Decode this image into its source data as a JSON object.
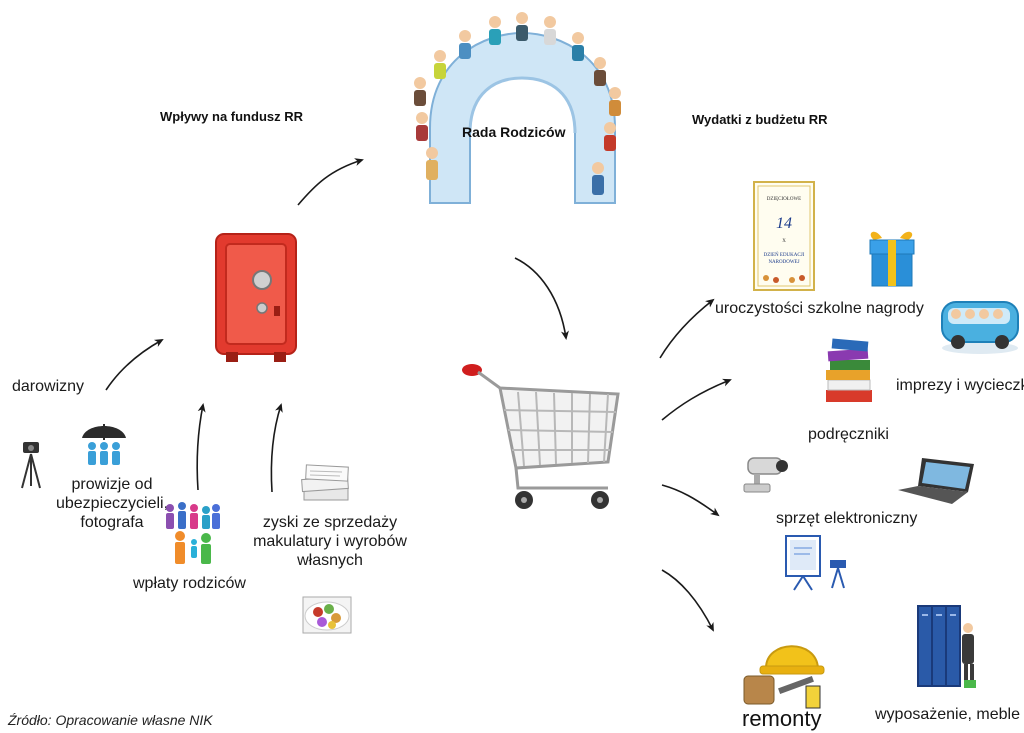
{
  "header_left": "Wpływy na fundusz RR",
  "header_right": "Wydatki z budżetu RR",
  "center_label": "Rada Rodziców",
  "income": {
    "darowizny": "darowizny",
    "prowizje": [
      "prowizje od",
      "ubezpieczycieli,",
      "fotografa"
    ],
    "wplaty": "wpłaty rodziców",
    "zyski": [
      "zyski ze sprzedaży",
      "makulatury i wyrobów",
      "własnych"
    ]
  },
  "expenses": {
    "uroczystosci": "uroczystości szkolne",
    "nagrody": "nagrody",
    "imprezy": "imprezy i wycieczki",
    "podreczniki": "podręczniki",
    "sprzet": "sprzęt elektroniczny",
    "remonty": "remonty",
    "wyposazenie": "wyposażenie, meble"
  },
  "diploma": {
    "top": "DZIĘCIOŁOWE",
    "number": "14",
    "month": "X",
    "line1": "DZIEŃ EDUKACJI",
    "line2": "NARODOWEJ"
  },
  "source": "Źródło: Opracowanie własne NIK"
}
